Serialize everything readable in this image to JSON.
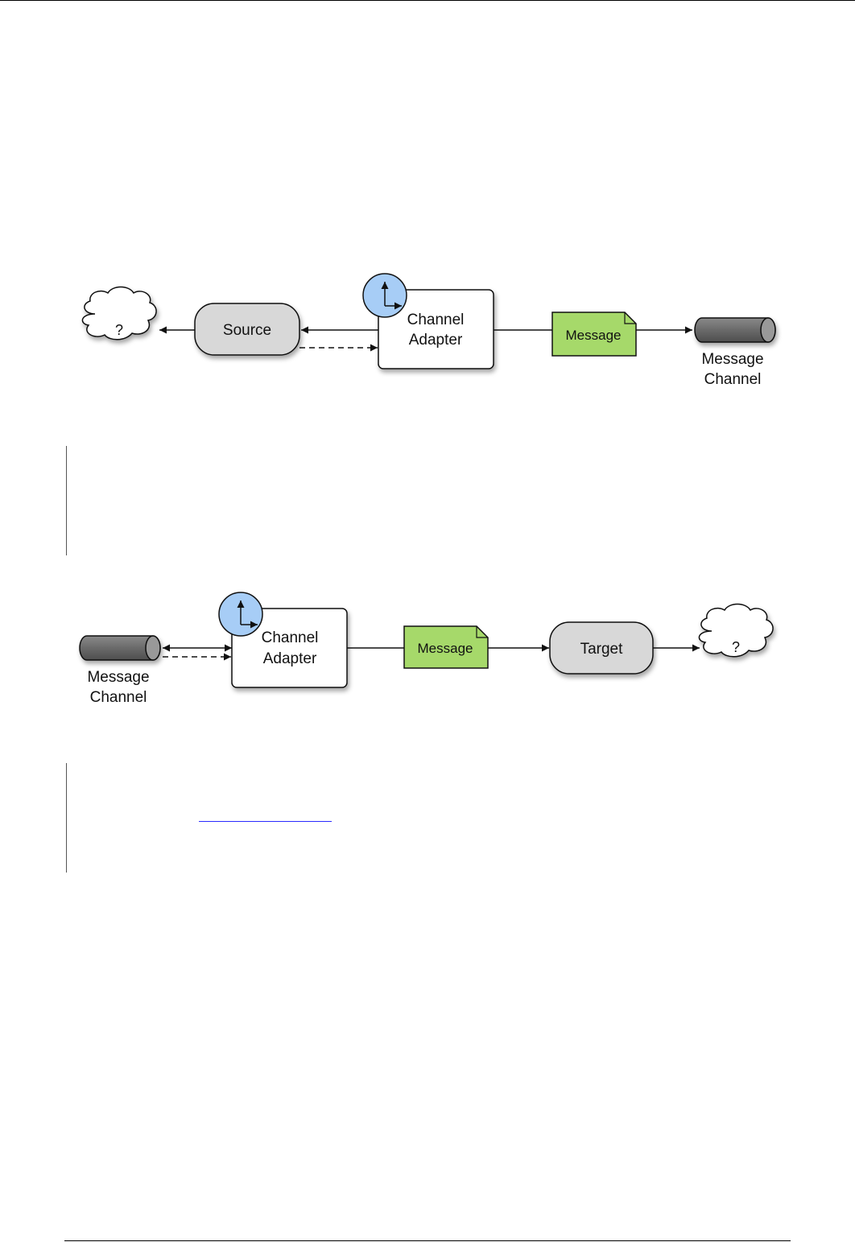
{
  "diagrams": {
    "inbound": {
      "cloud_label": "?",
      "source_label": "Source",
      "adapter_line1": "Channel",
      "adapter_line2": "Adapter",
      "message_label": "Message",
      "channel_line1": "Message",
      "channel_line2": "Channel",
      "clock_icon": "clock-icon"
    },
    "outbound": {
      "channel_line1": "Message",
      "channel_line2": "Channel",
      "adapter_line1": "Channel",
      "adapter_line2": "Adapter",
      "message_label": "Message",
      "target_label": "Target",
      "cloud_label": "?",
      "clock_icon": "clock-icon"
    }
  },
  "colors": {
    "clock": "#a7cdf6",
    "message": "#a6d96a",
    "node_gray": "#d8d8d8",
    "channel_gray": "#6e6e6e"
  }
}
